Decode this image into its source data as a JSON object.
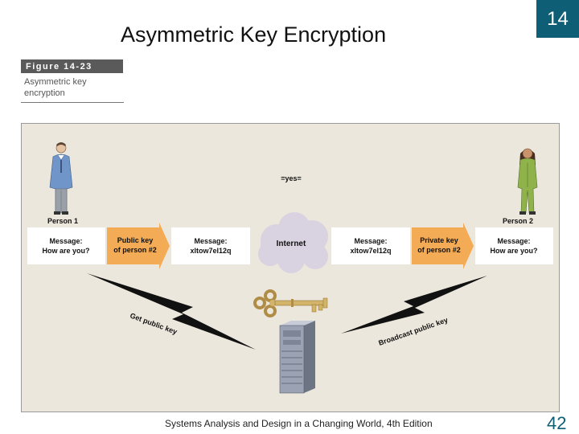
{
  "slide": {
    "title": "Asymmetric Key Encryption",
    "chapter": "14",
    "page": "42",
    "footer": "Systems Analysis and Design in a Changing World, 4th Edition"
  },
  "figure": {
    "label": "Figure 14-23",
    "caption": "Asymmetric key encryption"
  },
  "diagram": {
    "yes_label": "=yes=",
    "person1": "Person 1",
    "person2": "Person 2",
    "msg_plain_1a": "Message:",
    "msg_plain_1b": "How are you?",
    "public_key_a": "Public key",
    "public_key_b": "of person #2",
    "msg_cipher_1a": "Message:",
    "msg_cipher_1b": "xltow7el12q",
    "internet": "Internet",
    "msg_cipher_2a": "Message:",
    "msg_cipher_2b": "xltow7el12q",
    "private_key_a": "Private key",
    "private_key_b": "of person #2",
    "msg_plain_2a": "Message:",
    "msg_plain_2b": "How are you?",
    "get_public_key": "Get public key",
    "broadcast_public_key": "Broadcast public key"
  },
  "colors": {
    "badge": "#0e5f75",
    "panel": "#ece7dc",
    "arrow": "#f3ab55",
    "key": "#d2b46a",
    "suit_person1": "#6f95c9",
    "suit_person2": "#8fb24a"
  }
}
